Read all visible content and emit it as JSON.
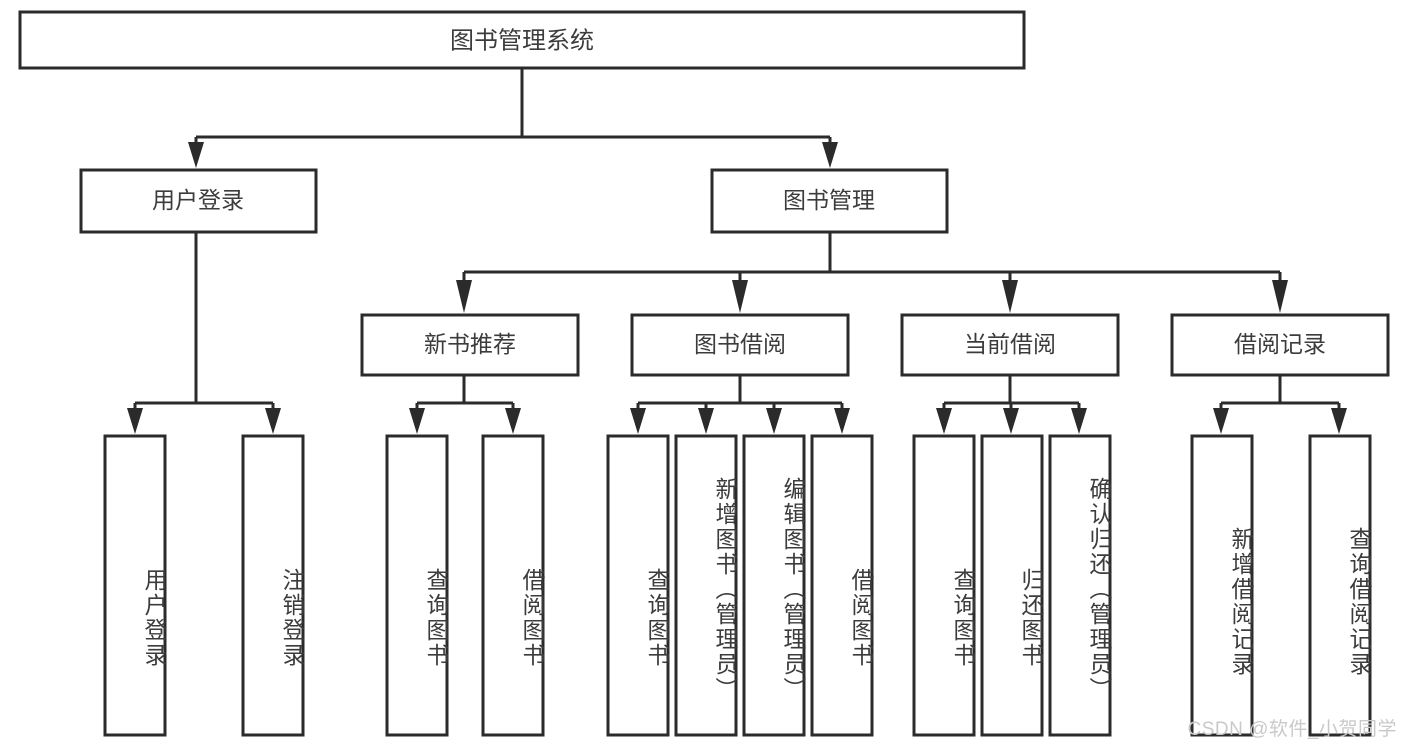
{
  "diagram": {
    "type": "tree-hierarchy",
    "title": "图书管理系统",
    "style": {
      "box_fill": "#ffffff",
      "box_stroke": "#2b2b2b",
      "text_color": "#3c3c3c",
      "background": "#ffffff",
      "watermark_color": "#c9c9c9"
    },
    "levels": {
      "level1": [
        {
          "id": "root",
          "label": "图书管理系统",
          "orientation": "horizontal"
        }
      ],
      "level2": [
        {
          "id": "user-login",
          "label": "用户登录",
          "orientation": "horizontal",
          "parent": "root"
        },
        {
          "id": "book-manage",
          "label": "图书管理",
          "orientation": "horizontal",
          "parent": "root"
        }
      ],
      "level3": [
        {
          "id": "new-book-rec",
          "label": "新书推荐",
          "orientation": "horizontal",
          "parent": "book-manage"
        },
        {
          "id": "book-borrow",
          "label": "图书借阅",
          "orientation": "horizontal",
          "parent": "book-manage"
        },
        {
          "id": "current-borrow",
          "label": "当前借阅",
          "orientation": "horizontal",
          "parent": "book-manage"
        },
        {
          "id": "borrow-record",
          "label": "借阅记录",
          "orientation": "horizontal",
          "parent": "book-manage"
        }
      ],
      "level4": [
        {
          "id": "leaf-user-login",
          "label": "用户登录",
          "orientation": "vertical",
          "parent": "user-login"
        },
        {
          "id": "leaf-user-logout",
          "label": "注销登录",
          "orientation": "vertical",
          "parent": "user-login"
        },
        {
          "id": "leaf-query-book-1",
          "label": "查询图书",
          "orientation": "vertical",
          "parent": "new-book-rec"
        },
        {
          "id": "leaf-borrow-book-1",
          "label": "借阅图书",
          "orientation": "vertical",
          "parent": "new-book-rec"
        },
        {
          "id": "leaf-query-book-2",
          "label": "查询图书",
          "orientation": "vertical",
          "parent": "book-borrow"
        },
        {
          "id": "leaf-add-book",
          "label": "新增图书（管理员）",
          "orientation": "vertical",
          "parent": "book-borrow"
        },
        {
          "id": "leaf-edit-book",
          "label": "编辑图书（管理员）",
          "orientation": "vertical",
          "parent": "book-borrow"
        },
        {
          "id": "leaf-borrow-book-2",
          "label": "借阅图书",
          "orientation": "vertical",
          "parent": "book-borrow"
        },
        {
          "id": "leaf-query-book-3",
          "label": "查询图书",
          "orientation": "vertical",
          "parent": "current-borrow"
        },
        {
          "id": "leaf-return-book",
          "label": "归还图书",
          "orientation": "vertical",
          "parent": "current-borrow"
        },
        {
          "id": "leaf-confirm-return",
          "label": "确认归还（管理员）",
          "orientation": "vertical",
          "parent": "current-borrow"
        },
        {
          "id": "leaf-add-record",
          "label": "新增借阅记录",
          "orientation": "vertical",
          "parent": "borrow-record"
        },
        {
          "id": "leaf-query-record",
          "label": "查询借阅记录",
          "orientation": "vertical",
          "parent": "borrow-record"
        }
      ]
    },
    "watermark": "CSDN @软件_小贺同学"
  }
}
